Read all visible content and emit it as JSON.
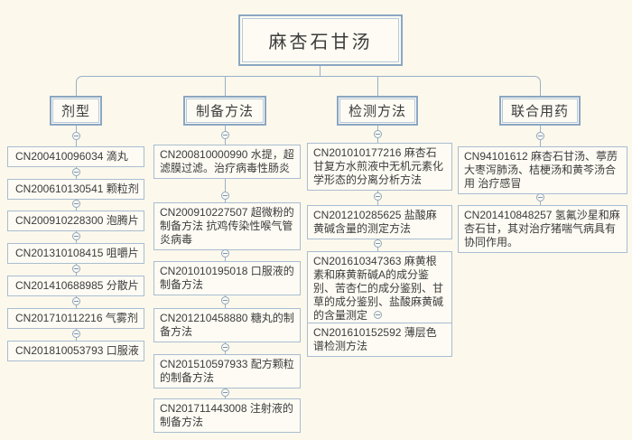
{
  "colors": {
    "background": "#fcf8ec",
    "node_background": "#fdfbf3",
    "node_border": "#a9bdd1",
    "header_border": "#8ba7c3",
    "connector": "#9ab0c6",
    "text": "#3c3c3c"
  },
  "icons": {
    "collapse_toggle": "minus"
  },
  "root": {
    "label": "麻杏石甘汤"
  },
  "branches": [
    {
      "label": "剂型",
      "nodes": [
        "CN200410096034 滴丸",
        "CN200610130541 颗粒剂",
        "CN200910228300 泡腾片",
        "CN201310108415 咀嚼片",
        "CN201410688985 分散片",
        "CN201710112216 气雾剂",
        "CN201810053793 口服液"
      ]
    },
    {
      "label": "制备方法",
      "nodes": [
        "CN200810000990 水提，超滤膜过滤。治疗病毒性肠炎",
        "CN200910227507 超微粉的制备方法 抗鸡传染性喉气管炎病毒",
        "CN201010195018 口服液的制备方法",
        "CN201210458880 糖丸的制备方法",
        "CN201510597933 配方颗粒的制备方法",
        "CN201711443008 注射液的制备方法"
      ]
    },
    {
      "label": "检测方法",
      "nodes": [
        "CN201010177216 麻杏石甘复方水煎液中无机元素化学形态的分离分析方法",
        "CN201210285625 盐酸麻黄碱含量的测定方法",
        "CN201610347363 麻黄根素和麻黄新碱A的成分鉴别、苦杏仁的成分鉴别、甘草的成分鉴别、盐酸麻黄碱的含量测定",
        "CN201610152592 薄层色谱检测方法"
      ]
    },
    {
      "label": "联合用药",
      "nodes": [
        "CN94101612 麻杏石甘汤、葶苈大枣泻肺汤、桔梗汤和黄芩汤合用 治疗感冒",
        "CN201410848257 氢氟沙星和麻杏石甘，其对治疗猪喘气病具有协同作用。"
      ]
    }
  ]
}
